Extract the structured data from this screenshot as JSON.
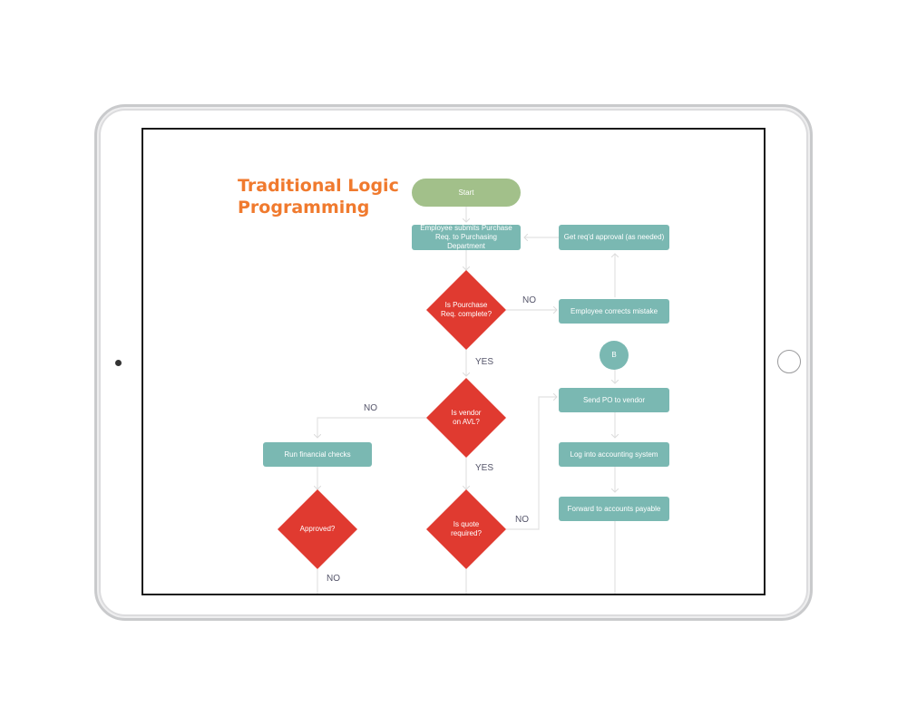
{
  "title_line1": "Traditional Logic",
  "title_line2": "Programming",
  "colors": {
    "title": "#f07a2e",
    "process": "#7ab8b2",
    "start": "#a2c08a",
    "decision": "#e03a30",
    "connector": "#e2e2e2",
    "label": "#55556a"
  },
  "nodes": {
    "start": "Start",
    "submit": "Employee submits Purchase Req. to Purchasing Department",
    "get_approval": "Get req'd approval (as needed)",
    "is_complete": "Is Pourchase\nReq. complete?",
    "corrects": "Employee corrects mistake",
    "b_connector": "B",
    "is_avl": "Is vendor\non AVL?",
    "send_po": "Send PO to vendor",
    "financial": "Run financial checks",
    "accounting": "Log into accounting system",
    "approved": "Approved?",
    "is_quote": "Is quote\nrequired?",
    "forward": "Forward to accounts payable"
  },
  "edge_labels": {
    "no_complete": "NO",
    "yes_complete": "YES",
    "no_avl": "NO",
    "yes_avl": "YES",
    "no_quote": "NO",
    "no_approved": "NO"
  }
}
